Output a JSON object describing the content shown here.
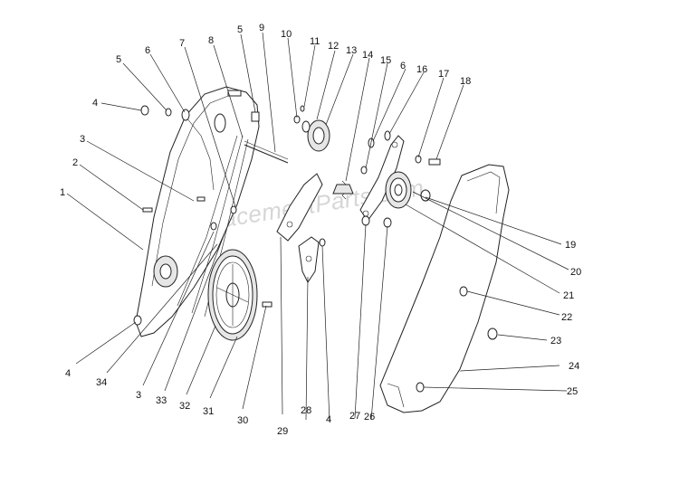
{
  "watermark": "eReplacementParts.com",
  "callouts": [
    {
      "id": "c1",
      "label": "1"
    },
    {
      "id": "c2",
      "label": "2"
    },
    {
      "id": "c3a",
      "label": "3"
    },
    {
      "id": "c4a",
      "label": "4"
    },
    {
      "id": "c5a",
      "label": "5"
    },
    {
      "id": "c6a",
      "label": "6"
    },
    {
      "id": "c7",
      "label": "7"
    },
    {
      "id": "c8",
      "label": "8"
    },
    {
      "id": "c5b",
      "label": "5"
    },
    {
      "id": "c9",
      "label": "9"
    },
    {
      "id": "c10",
      "label": "10"
    },
    {
      "id": "c11",
      "label": "11"
    },
    {
      "id": "c12",
      "label": "12"
    },
    {
      "id": "c13",
      "label": "13"
    },
    {
      "id": "c14",
      "label": "14"
    },
    {
      "id": "c15",
      "label": "15"
    },
    {
      "id": "c6b",
      "label": "6"
    },
    {
      "id": "c16",
      "label": "16"
    },
    {
      "id": "c17",
      "label": "17"
    },
    {
      "id": "c18",
      "label": "18"
    },
    {
      "id": "c19",
      "label": "19"
    },
    {
      "id": "c20",
      "label": "20"
    },
    {
      "id": "c21",
      "label": "21"
    },
    {
      "id": "c22",
      "label": "22"
    },
    {
      "id": "c23",
      "label": "23"
    },
    {
      "id": "c24",
      "label": "24"
    },
    {
      "id": "c25",
      "label": "25"
    },
    {
      "id": "c26",
      "label": "26"
    },
    {
      "id": "c27",
      "label": "27"
    },
    {
      "id": "c4b",
      "label": "4"
    },
    {
      "id": "c28",
      "label": "28"
    },
    {
      "id": "c29",
      "label": "29"
    },
    {
      "id": "c30",
      "label": "30"
    },
    {
      "id": "c31",
      "label": "31"
    },
    {
      "id": "c32",
      "label": "32"
    },
    {
      "id": "c33",
      "label": "33"
    },
    {
      "id": "c3b",
      "label": "3"
    },
    {
      "id": "c34",
      "label": "34"
    },
    {
      "id": "c4c",
      "label": "4"
    }
  ]
}
